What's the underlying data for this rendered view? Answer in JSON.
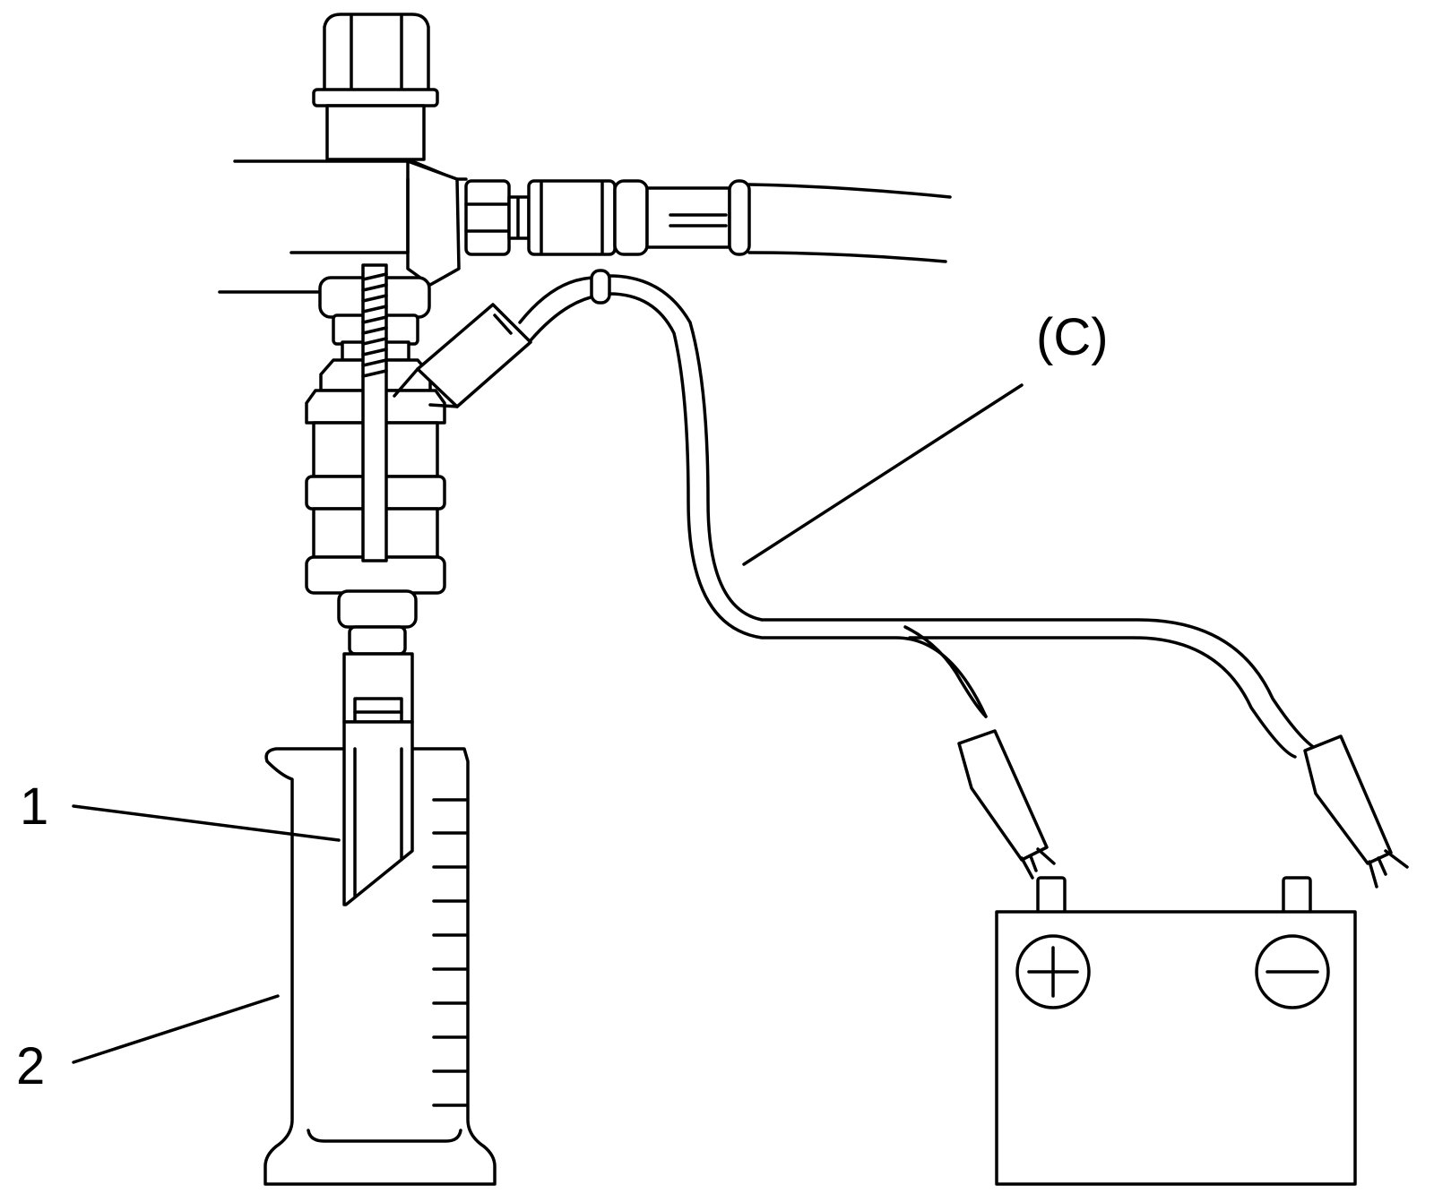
{
  "labels": {
    "injector": "1",
    "beaker": "2",
    "cable": "(C)"
  },
  "battery": {
    "positive_symbol": "plus-sign",
    "negative_symbol": "minus-sign"
  },
  "colors": {
    "line": "#000000",
    "background": "#ffffff"
  }
}
